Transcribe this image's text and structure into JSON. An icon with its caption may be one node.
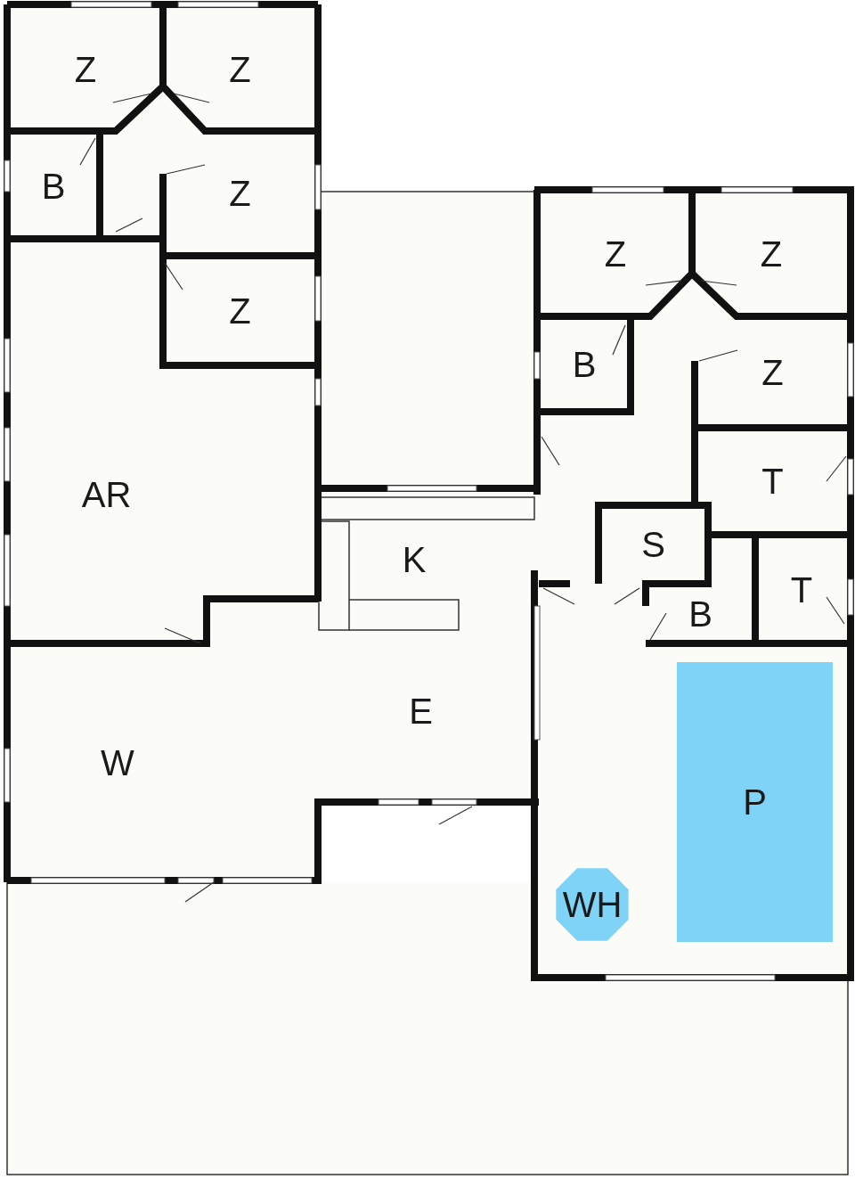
{
  "diagram": {
    "nodes": [
      {
        "text": [
          "Z"
        ]
      },
      {
        "text": [
          "Z"
        ]
      },
      {
        "text": [
          "B"
        ]
      },
      {
        "text": [
          "Z"
        ]
      },
      {
        "text": [
          "Z"
        ]
      },
      {
        "text": [
          "Z"
        ]
      },
      {
        "text": [
          "Z"
        ]
      },
      {
        "text": [
          "B"
        ]
      },
      {
        "text": [
          "Z"
        ]
      },
      {
        "text": [
          "AR"
        ]
      },
      {
        "text": [
          "T"
        ]
      },
      {
        "text": [
          "K"
        ]
      },
      {
        "text": [
          "S"
        ]
      },
      {
        "text": [
          "T"
        ]
      },
      {
        "text": [
          "B"
        ]
      },
      {
        "text": [
          "E"
        ]
      },
      {
        "text": [
          "W"
        ]
      },
      {
        "text": [
          "P"
        ]
      },
      {
        "text": [
          "WH"
        ]
      }
    ]
  }
}
